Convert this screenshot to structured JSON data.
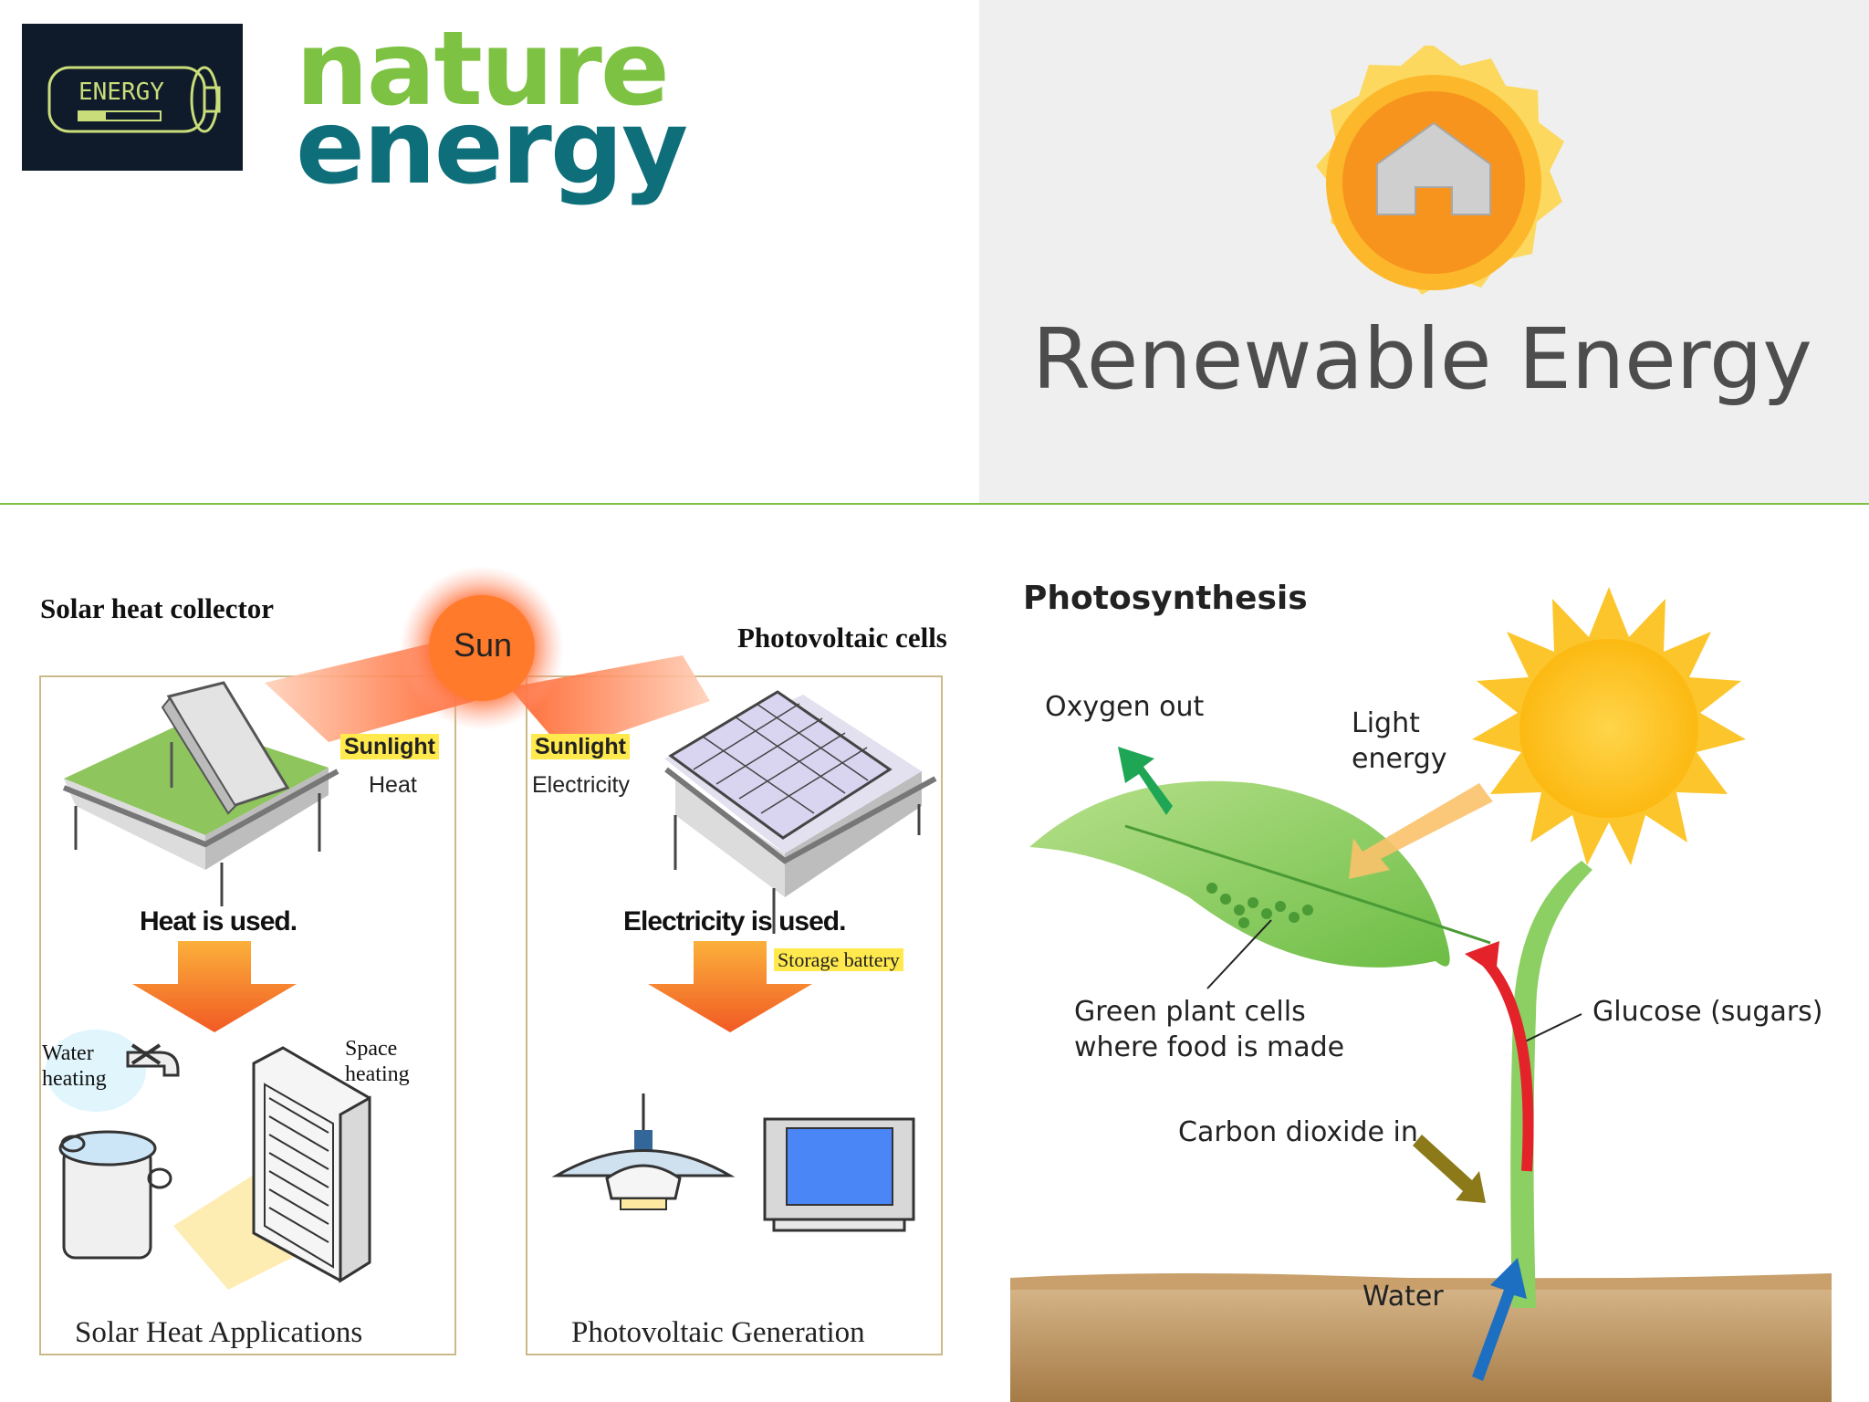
{
  "logo": {
    "badge_text": "ENERGY",
    "word1": "nature",
    "word2": "energy",
    "color_green": "#7dc242",
    "color_teal": "#0e6f7a"
  },
  "renewable": {
    "title": "Renewable Energy",
    "sun_color": "#f7941d",
    "house_icon": "house-icon"
  },
  "solar": {
    "sun_label": "Sun",
    "collector_label": "Solar heat collector",
    "pv_label": "Photovoltaic cells",
    "left_conv_top": "Sunlight",
    "left_conv_bottom": "Heat",
    "right_conv_top": "Sunlight",
    "right_conv_bottom": "Electricity",
    "heat_used": "Heat is used.",
    "elec_used": "Electricity is used.",
    "storage": "Storage battery",
    "water_heating_1": "Water",
    "water_heating_2": "heating",
    "space_heating_1": "Space",
    "space_heating_2": "heating",
    "left_footer": "Solar Heat Applications",
    "right_footer": "Photovoltaic Generation"
  },
  "photosynthesis": {
    "title": "Photosynthesis",
    "oxygen": "Oxygen out",
    "light_1": "Light",
    "light_2": "energy",
    "cells_1": "Green plant cells",
    "cells_2": "where food is made",
    "glucose": "Glucose (sugars)",
    "co2": "Carbon dioxide in",
    "water": "Water"
  },
  "colors": {
    "divider": "#7dc242",
    "highlight": "#ffe94d",
    "arrow_orange": "#f26522"
  }
}
